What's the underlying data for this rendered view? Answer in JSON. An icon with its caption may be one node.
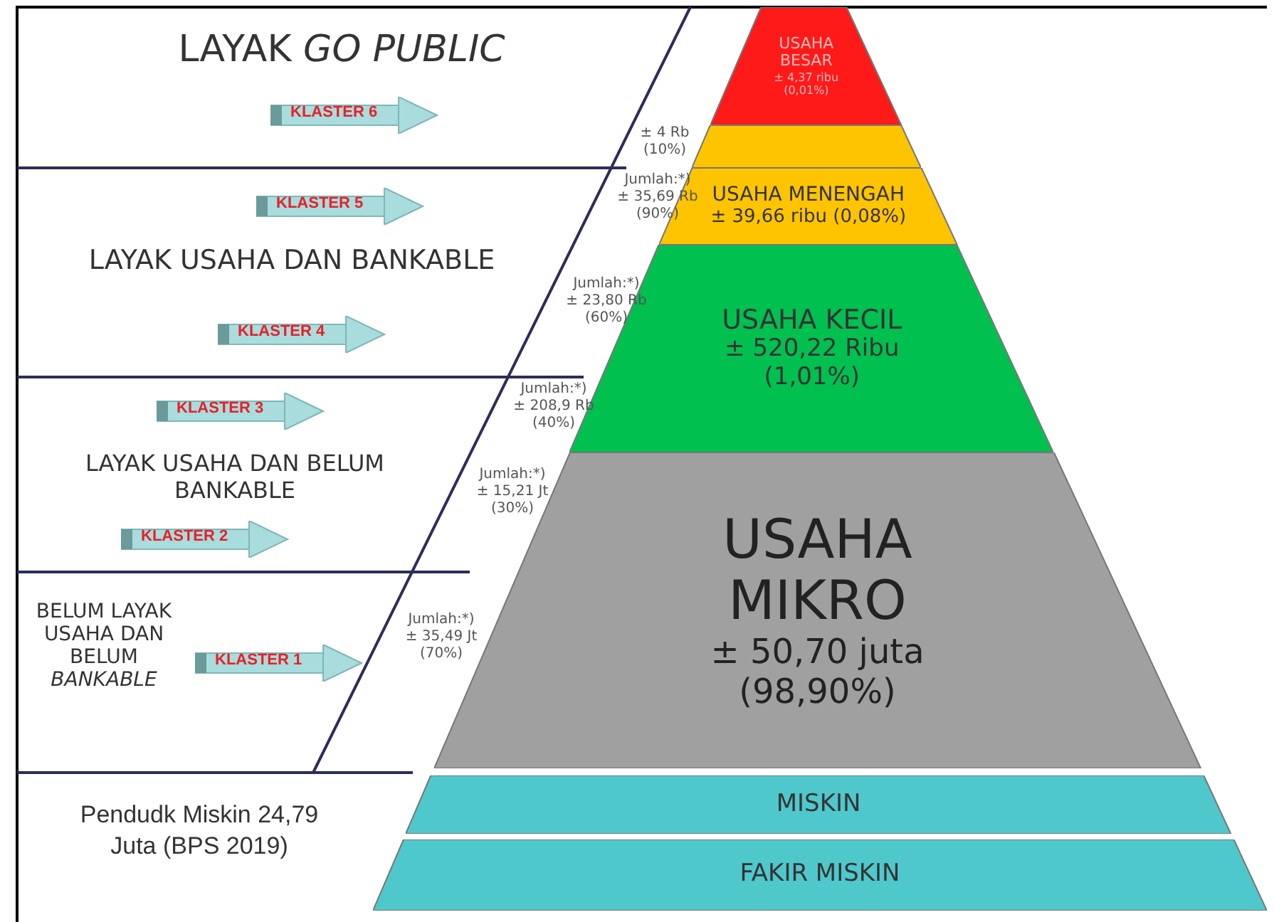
{
  "diagram": {
    "nodes": [
      {
        "text": [
          "USAHA BESAR",
          "± 4,37 ribu (0,01%)"
        ]
      },
      {
        "text": [],
        "shape": "box"
      },
      {
        "text": [
          "USAHA  MENENGAH",
          "± 39,66 ribu (0,08%)"
        ]
      },
      {
        "text": [
          "USAHA KECIL",
          "± 520,22 Ribu (1,01%)"
        ]
      },
      {
        "text": [
          "USAHA MIKRO",
          "± 50,70 juta (98,90%)"
        ]
      },
      {
        "text": [
          "MISKIN"
        ]
      },
      {
        "text": [
          "FAKIR MISKIN"
        ]
      },
      {
        "text": [
          "KLASTER 6"
        ]
      },
      {
        "text": [
          "KLASTER 5"
        ]
      },
      {
        "text": [
          "KLASTER 4"
        ]
      },
      {
        "text": [
          "KLASTER 3"
        ]
      },
      {
        "text": [
          "KLASTER 2"
        ]
      },
      {
        "text": [
          "KLASTER 1"
        ]
      }
    ],
    "edges": [],
    "labels": [
      "LAYAK *GO PUBLIC*",
      "± 4 Rb (10%)",
      "Jumlah:*) ± 35,69 Rb (90%)",
      "LAYAK USAHA DAN BANKABLE",
      "Jumlah:*) ± 23,80 Rb (60%)",
      "Jumlah:*) ± 208,9 Rb (40%)",
      "LAYAK USAHA DAN BELUM BANKABLE",
      "Jumlah:*) ± 15,21 Jt (30%)",
      "BELUM LAYAK USAHA DAN BELUM *BANKABLE*",
      "Jumlah:*) ± 35,49 Jt (70%)",
      "Pendudk Miskin 24,79 Juta (BPS 2019)"
    ]
  }
}
